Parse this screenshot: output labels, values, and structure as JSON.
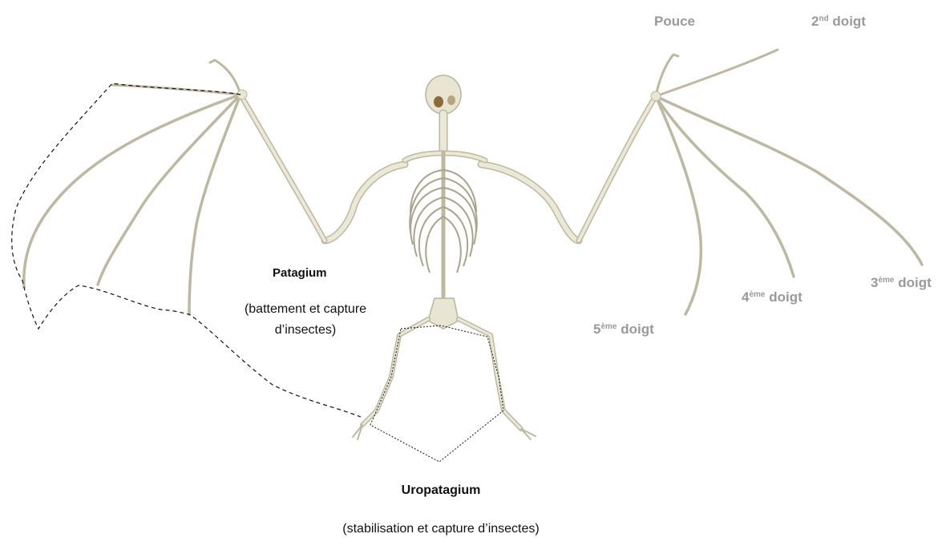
{
  "labels": {
    "pouce": "Pouce",
    "doigt2": {
      "num": "2",
      "sup": "nd",
      "word": "doigt"
    },
    "doigt3": {
      "num": "3",
      "sup": "ème",
      "word": "doigt"
    },
    "doigt4": {
      "num": "4",
      "sup": "ème",
      "word": "doigt"
    },
    "doigt5": {
      "num": "5",
      "sup": "ème",
      "word": "doigt"
    },
    "patagium": {
      "title": "Patagium",
      "desc_line1": "(battement et capture",
      "desc_line2": "d’insectes)"
    },
    "uropatagium": {
      "title": "Uropatagium",
      "desc": "(stabilisation et capture d’insectes)"
    }
  },
  "colors": {
    "bone": "#e8e5d3",
    "bone_outline": "#b9b49c",
    "label_grey": "#9a9a9a",
    "outline": "#111111"
  }
}
